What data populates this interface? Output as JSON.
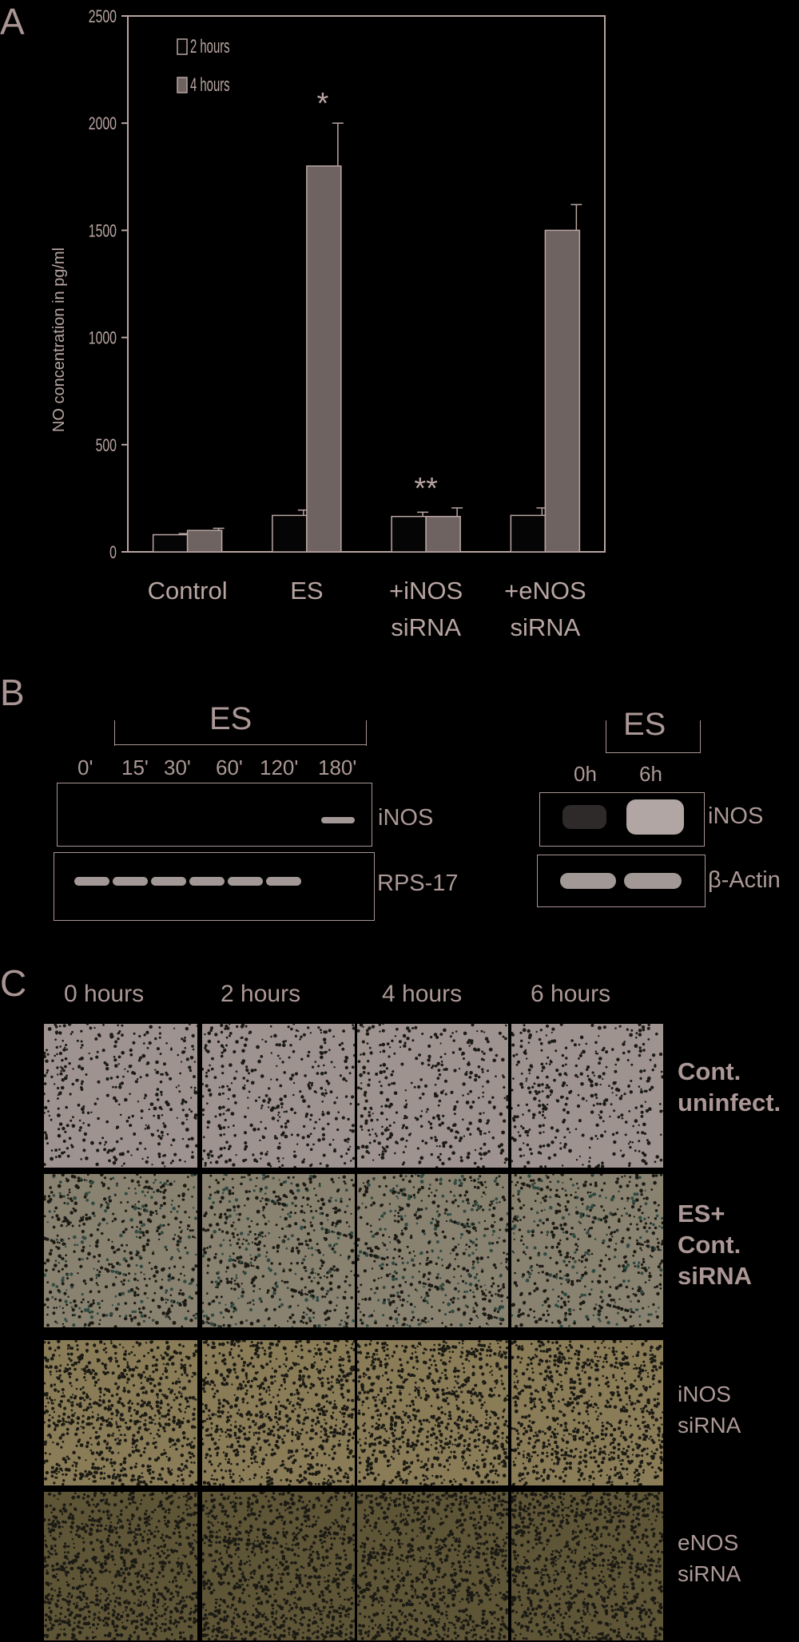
{
  "panels": {
    "a": "A",
    "b": "B",
    "c": "C"
  },
  "chart_data": {
    "type": "bar",
    "ylabel": "NO concentration in pg/ml",
    "ylim": [
      0,
      2500
    ],
    "yticks": [
      "0",
      "500",
      "1000",
      "1500",
      "2000",
      "2500"
    ],
    "categories": [
      [
        "Control"
      ],
      [
        "ES"
      ],
      [
        "+iNOS",
        "siRNA"
      ],
      [
        "+eNOS",
        "siRNA"
      ]
    ],
    "legend_position": "top-left",
    "series": [
      {
        "name": "2 hours",
        "values": [
          80,
          170,
          165,
          170
        ],
        "errors": [
          5,
          25,
          20,
          35
        ],
        "color": "#050505"
      },
      {
        "name": "4 hours",
        "values": [
          100,
          1800,
          165,
          1500
        ],
        "errors": [
          10,
          200,
          40,
          120
        ],
        "color": "#6e6360"
      }
    ],
    "annotations": [
      {
        "category": 1,
        "text": "*"
      },
      {
        "category": 2,
        "text": "**"
      }
    ],
    "axis_color": "#b8a5a2"
  },
  "panel_b": {
    "left": {
      "group_label": "ES",
      "lanes": [
        "0'",
        "15'",
        "30'",
        "60'",
        "120'",
        "180'"
      ],
      "rows": [
        "iNOS",
        "RPS-17"
      ]
    },
    "right": {
      "group_label": "ES",
      "lanes": [
        "0h",
        "6h"
      ],
      "rows": [
        "iNOS",
        "β-Actin"
      ]
    }
  },
  "panel_c": {
    "time_headers": [
      "0 hours",
      "2 hours",
      "4 hours",
      "6 hours"
    ],
    "row_labels": [
      [
        "Cont.",
        "uninfect."
      ],
      [
        "ES+",
        "Cont.",
        "siRNA"
      ],
      [
        "iNOS",
        "siRNA"
      ],
      [
        "eNOS",
        "siRNA"
      ]
    ],
    "tints": [
      "#9f9390",
      "#8a8270",
      "#8a7c57",
      "#5e5436"
    ]
  }
}
